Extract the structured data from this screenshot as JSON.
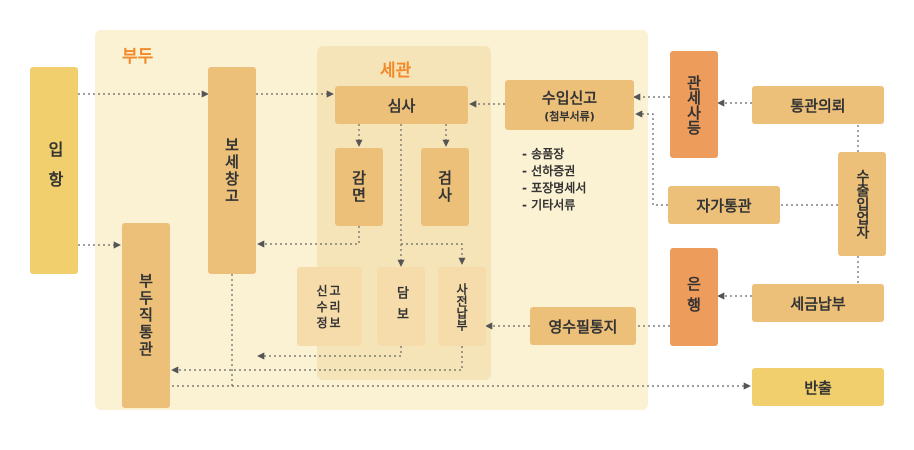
{
  "zones": {
    "pier": "부두",
    "customs": "세관"
  },
  "nodes": {
    "entry": "입항",
    "bonded": "보세창고",
    "pier_clearance": "부두직통관",
    "review": "심사",
    "exemption": "감면",
    "inspection": "검사",
    "report_info": "신고수리정보",
    "collateral": "담보",
    "prepay": "사전납부",
    "import_declaration": "수입신고",
    "import_declaration_note": "(첨부서류)",
    "customs_broker": "관세사등",
    "clearance_request": "통관의뢰",
    "importer": "수출입업자",
    "self_clearance": "자가통관",
    "bank": "은행",
    "tax_payment": "세금납부",
    "receipt_notice": "영수필통지",
    "release": "반출"
  },
  "documents": [
    "- 송품장",
    "- 선하증권",
    "- 포장명세서",
    "- 기타서류"
  ],
  "colors": {
    "pier_zone": "#fbf1d3",
    "customs_zone": "#f6e4b9",
    "yellow": "#f0cf6c",
    "tan": "#edc07a",
    "orange": "#ee9c5c",
    "zone_label": "#f28a2a"
  }
}
